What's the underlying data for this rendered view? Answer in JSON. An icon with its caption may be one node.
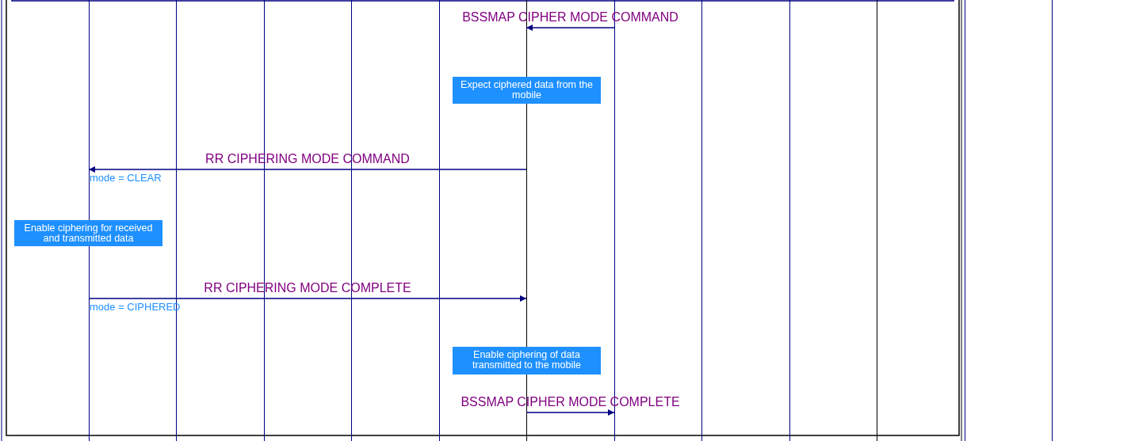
{
  "diagram": {
    "nodes": [
      {
        "text": [],
        "shape": "bar"
      },
      {
        "text": [],
        "shape": "bar"
      },
      {
        "text": [],
        "shape": "bar"
      },
      {
        "text": [],
        "shape": "bar"
      },
      {
        "text": [],
        "shape": "bar"
      },
      {
        "text": [],
        "shape": "bar"
      },
      {
        "text": [],
        "shape": "bar"
      },
      {
        "text": [],
        "shape": "bar"
      },
      {
        "text": [],
        "shape": "bar"
      },
      {
        "text": [],
        "shape": "bar"
      },
      {
        "text": [],
        "shape": "bar"
      },
      {
        "text": [],
        "shape": "bar"
      },
      {
        "text": [
          "Expect ciphered data from the mobile"
        ]
      },
      {
        "text": [
          "Enable ciphering for received and transmitted data"
        ]
      },
      {
        "text": [
          "Enable ciphering of data transmitted to the mobile"
        ]
      }
    ],
    "edges": [
      {
        "from": 6,
        "to": 5,
        "arrow": "to",
        "label": "BSSMAP CIPHER MODE COMMAND"
      },
      {
        "from": 5,
        "to": 0,
        "arrow": "to",
        "label": "RR CIPHERING MODE COMMAND"
      },
      {
        "from": 0,
        "to": 5,
        "arrow": "to",
        "label": "RR CIPHERING MODE COMPLETE"
      },
      {
        "from": 5,
        "to": 6,
        "arrow": "to",
        "label": "BSSMAP CIPHER MODE COMPLETE"
      }
    ],
    "labels": [
      "mode = CLEAR",
      "mode = CIPHERED"
    ]
  }
}
